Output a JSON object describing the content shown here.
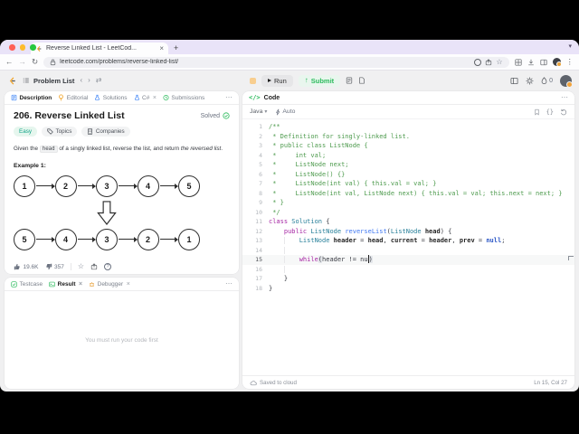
{
  "browser": {
    "tab_title": "Reverse Linked List - LeetCod...",
    "url": "leetcode.com/problems/reverse-linked-list/"
  },
  "icons": {
    "close": "×",
    "plus": "+",
    "more": "⋯",
    "caret_down": "▾",
    "chevron_left": "‹",
    "chevron_right": "›",
    "shuffle": "⇄",
    "kebab": "⋮",
    "back": "←",
    "forward": "→",
    "reload": "↻",
    "star": "☆",
    "up_arrow": "↑",
    "braces": "{}",
    "question": "?",
    "code_tag": "</>",
    "terminal_prompt": ">_"
  },
  "lc_header": {
    "problem_list_label": "Problem List",
    "run_label": "Run",
    "submit_label": "Submit",
    "streak_count": "0"
  },
  "description_panel": {
    "tabs": [
      {
        "label": "Description"
      },
      {
        "label": "Editorial"
      },
      {
        "label": "Solutions"
      },
      {
        "label": "C#"
      },
      {
        "label": "Submissions"
      }
    ],
    "title": "206. Reverse Linked List",
    "solved_label": "Solved",
    "difficulty": "Easy",
    "topics_label": "Topics",
    "companies_label": "Companies",
    "statement": {
      "prefix": "Given the ",
      "code": "head",
      "middle": " of a singly linked list, reverse the list, and return ",
      "italic": "the reversed list",
      "suffix": "."
    },
    "example_label": "Example 1:",
    "diagram": {
      "before": [
        "1",
        "2",
        "3",
        "4",
        "5"
      ],
      "after": [
        "5",
        "4",
        "3",
        "2",
        "1"
      ]
    },
    "likes": "19.6K",
    "dislikes": "357"
  },
  "console_panel": {
    "tabs": [
      {
        "label": "Testcase"
      },
      {
        "label": "Result"
      },
      {
        "label": "Debugger"
      }
    ],
    "empty_message": "You must run your code first"
  },
  "code_panel": {
    "header_label": "Code",
    "language": "Java",
    "auto_label": "Auto",
    "active_line": 15,
    "status_saved": "Saved to cloud",
    "status_position": "Ln 15, Col 27",
    "lines": [
      [
        [
          "/**",
          "cm"
        ]
      ],
      [
        [
          " * Definition for singly-linked list.",
          "cm"
        ]
      ],
      [
        [
          " * public class ListNode {",
          "cm"
        ]
      ],
      [
        [
          " *     int val;",
          "cm"
        ]
      ],
      [
        [
          " *     ListNode next;",
          "cm"
        ]
      ],
      [
        [
          " *     ListNode() {}",
          "cm"
        ]
      ],
      [
        [
          " *     ListNode(int val) { this.val = val; }",
          "cm"
        ]
      ],
      [
        [
          " *     ListNode(int val, ListNode next) { this.val = val; this.next = next; }",
          "cm"
        ]
      ],
      [
        [
          " * }",
          "cm"
        ]
      ],
      [
        [
          " */",
          "cm"
        ]
      ],
      [
        [
          "class",
          "kw"
        ],
        [
          " ",
          "pl"
        ],
        [
          "Solution",
          "ty"
        ],
        [
          " {",
          "pl"
        ]
      ],
      [
        [
          "    ",
          "pl"
        ],
        [
          "public",
          "kw"
        ],
        [
          " ",
          "pl"
        ],
        [
          "ListNode",
          "ty"
        ],
        [
          " ",
          "pl"
        ],
        [
          "reverseList",
          "fn"
        ],
        [
          "(",
          "pl"
        ],
        [
          "ListNode",
          "ty"
        ],
        [
          " ",
          "pl"
        ],
        [
          "head",
          "va"
        ],
        [
          ") {",
          "pl"
        ]
      ],
      [
        [
          "    ",
          "pl"
        ],
        [
          "    ",
          "gd"
        ],
        [
          "ListNode",
          "ty"
        ],
        [
          " ",
          "pl"
        ],
        [
          "header",
          "va"
        ],
        [
          " = ",
          "pl"
        ],
        [
          "head",
          "va"
        ],
        [
          ", ",
          "pl"
        ],
        [
          "current",
          "va"
        ],
        [
          " = ",
          "pl"
        ],
        [
          "header",
          "va"
        ],
        [
          ", ",
          "pl"
        ],
        [
          "prev",
          "va"
        ],
        [
          " = ",
          "pl"
        ],
        [
          "null",
          "nl"
        ],
        [
          ";",
          "pl"
        ]
      ],
      [
        [
          "    ",
          "pl"
        ],
        [
          " ",
          "gd"
        ]
      ],
      [
        [
          "    ",
          "pl"
        ],
        [
          "    ",
          "gd"
        ],
        [
          "while",
          "kw"
        ],
        [
          "(",
          "bm"
        ],
        [
          "header != nu",
          "pl"
        ],
        [
          "",
          "cur"
        ],
        [
          ")",
          "bm"
        ]
      ],
      [
        [
          "    ",
          "pl"
        ],
        [
          " ",
          "gd"
        ]
      ],
      [
        [
          "    }",
          "pl"
        ]
      ],
      [
        [
          "}",
          "pl"
        ]
      ]
    ]
  },
  "colors": {
    "accent_green": "#2cbb5d",
    "easy_teal": "#0fa387",
    "tabstrip_purple": "#e9e3f8",
    "keyword_magenta": "#a626a4",
    "comment_green": "#4e9b4e"
  }
}
